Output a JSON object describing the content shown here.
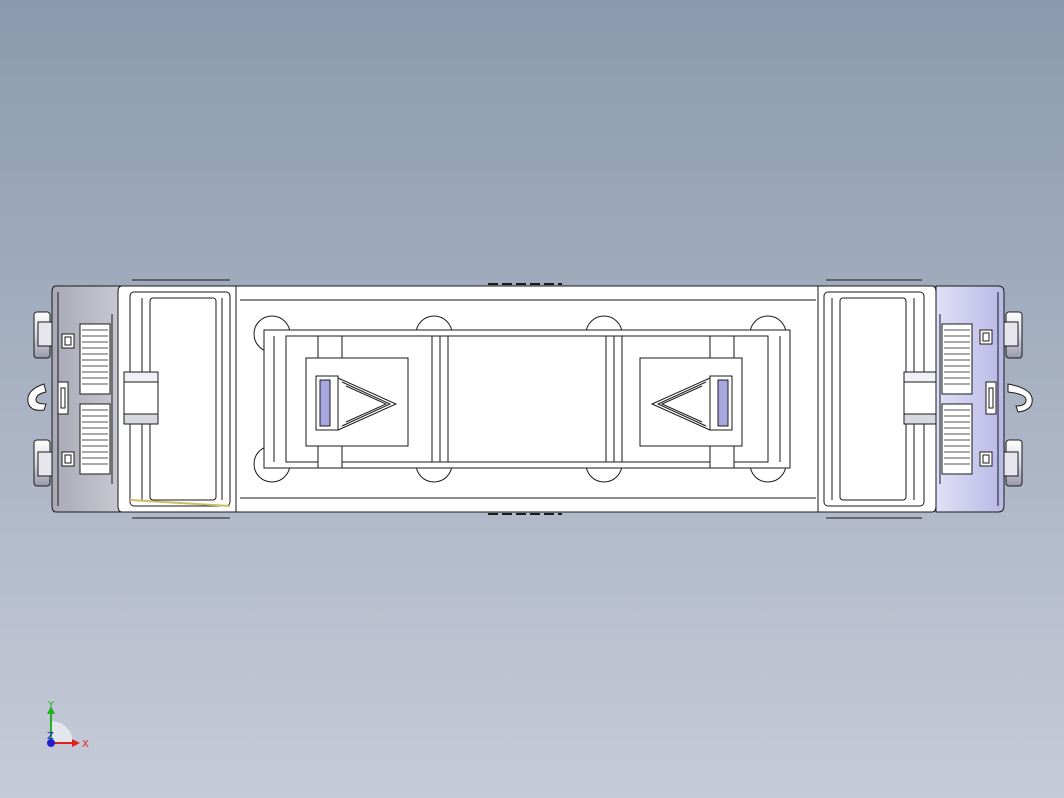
{
  "viewport": {
    "background_top": "#8a9aae",
    "background_bottom": "#c7cbd8"
  },
  "model": {
    "name": "locomotive-top-view",
    "body_color": "#ffffff",
    "line_color": "#1a1a1a",
    "cab_left_shade": "#b8b8c4",
    "cab_right_shade": "#c8c8ec",
    "accent_blue": "#a8a8e0",
    "accent_yellow": "#e8e060"
  },
  "triad": {
    "x_label": "X",
    "y_label": "Y",
    "z_label": "Z",
    "x_color": "#e02020",
    "y_color": "#20b020",
    "z_color": "#2020d0"
  }
}
